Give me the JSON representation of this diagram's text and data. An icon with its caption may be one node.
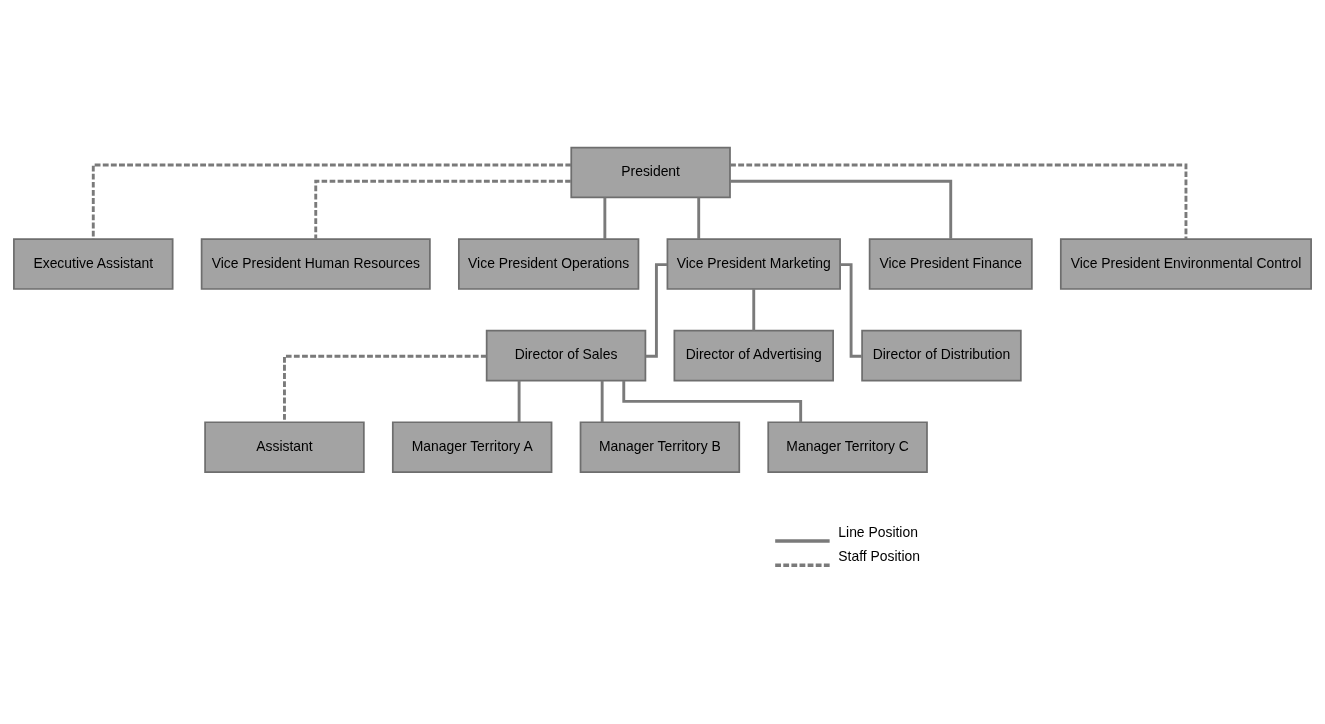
{
  "diagram": {
    "nodes": [
      {
        "text": [
          "President"
        ]
      },
      {
        "text": [
          "Executive Assistant"
        ]
      },
      {
        "text": [
          "Vice President Human Resources"
        ]
      },
      {
        "text": [
          "Vice President Operations"
        ]
      },
      {
        "text": [
          "Vice President Marketing"
        ]
      },
      {
        "text": [
          "Vice President Finance"
        ]
      },
      {
        "text": [
          "Vice President Environmental Control"
        ]
      },
      {
        "text": [
          "Director of Sales"
        ]
      },
      {
        "text": [
          "Director of Advertising"
        ]
      },
      {
        "text": [
          "Director of Distribution"
        ]
      },
      {
        "text": [
          "Assistant"
        ]
      },
      {
        "text": [
          "Manager Territory A"
        ]
      },
      {
        "text": [
          "Manager Territory B"
        ]
      },
      {
        "text": [
          "Manager Territory C"
        ]
      }
    ],
    "edges": [
      {
        "from": 0,
        "to": 1,
        "arrow": "none",
        "style": "dashed"
      },
      {
        "from": 0,
        "to": 2,
        "arrow": "none",
        "style": "dashed"
      },
      {
        "from": 0,
        "to": 3,
        "arrow": "none"
      },
      {
        "from": 0,
        "to": 4,
        "arrow": "none"
      },
      {
        "from": 0,
        "to": 5,
        "arrow": "none"
      },
      {
        "from": 0,
        "to": 6,
        "arrow": "none",
        "style": "dashed"
      },
      {
        "from": 4,
        "to": 7,
        "arrow": "none"
      },
      {
        "from": 4,
        "to": 8,
        "arrow": "none"
      },
      {
        "from": 4,
        "to": 9,
        "arrow": "none"
      },
      {
        "from": 7,
        "to": 10,
        "arrow": "none",
        "style": "dashed"
      },
      {
        "from": 7,
        "to": 11,
        "arrow": "none"
      },
      {
        "from": 7,
        "to": 12,
        "arrow": "none"
      },
      {
        "from": 7,
        "to": 13,
        "arrow": "none"
      }
    ],
    "legend": [
      {
        "text": "Line Position"
      },
      {
        "text": "Staff Position"
      }
    ]
  }
}
